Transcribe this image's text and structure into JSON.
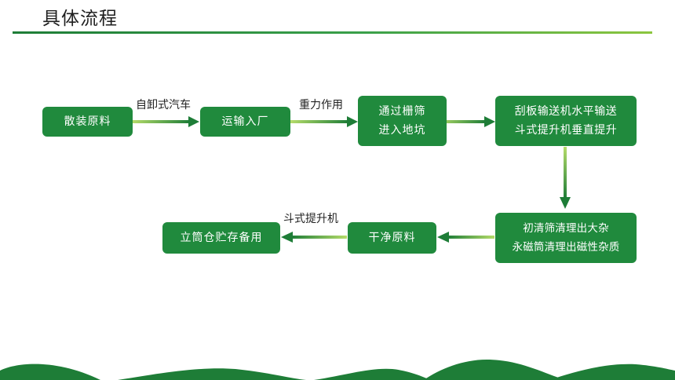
{
  "slide": {
    "title": "具体流程"
  },
  "flow": {
    "nodes": {
      "bulk": [
        "散装原料"
      ],
      "transport": [
        "运输入厂"
      ],
      "grate": [
        "通过栅筛",
        "进入地坑"
      ],
      "conveyor": [
        "刮板输送机水平输送",
        "斗式提升机垂直提升"
      ],
      "cleaning": [
        "初清筛清理出大杂",
        "永磁筒清理出磁性杂质"
      ],
      "clean": [
        "干净原料"
      ],
      "silo": [
        "立筒仓贮存备用"
      ]
    },
    "edges": {
      "bulk_to_transport": "自卸式汽车",
      "transport_to_grate": "重力作用",
      "clean_to_silo": "斗式提升机"
    }
  },
  "colors": {
    "box": "#208a3d",
    "arrow": "#1e7d37",
    "arrow_light": "#8cc63f",
    "hill": "#1e7d37"
  }
}
